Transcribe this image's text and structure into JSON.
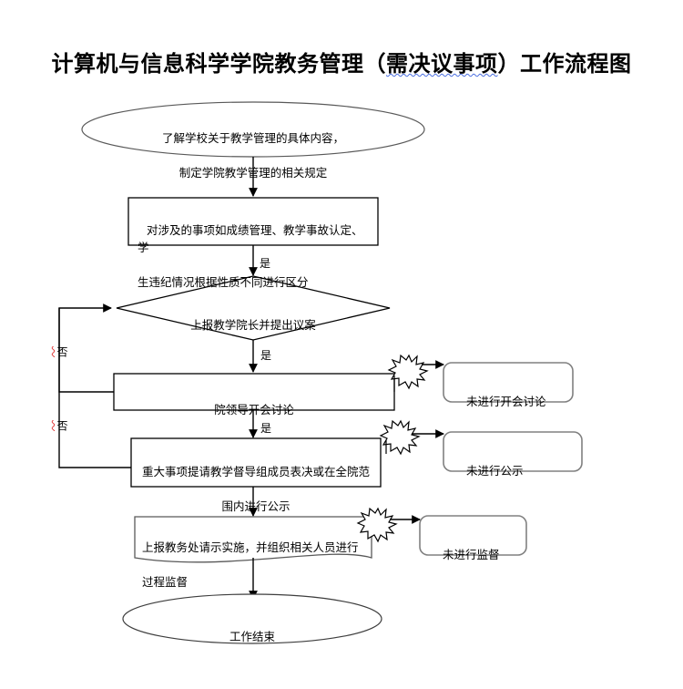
{
  "document": {
    "title_prefix": "计算机与信息科学学院教务管理（",
    "title_highlight": "需决议事项",
    "title_suffix": "）工作流程图",
    "title_full": "计算机与信息科学学院教务管理（需决议事项）工作流程图"
  },
  "colors": {
    "stroke": "#000000",
    "callout_stroke": "#808080",
    "ellipse_stroke": "#595959",
    "text": "#000000",
    "title_underline": "#4a6ee0",
    "branch_underline": "#e03b3b",
    "fill": "#ffffff"
  },
  "flow": {
    "nodes": [
      {
        "id": "start",
        "shape": "ellipse",
        "name": "start-terminator",
        "line1": "了解学校关于教学管理的具体内容，",
        "line2": "制定学院教学管理的相关规定"
      },
      {
        "id": "classify",
        "shape": "rectangle",
        "name": "classify-process",
        "line1": "对涉及的事项如成绩管理、教学事故认定、学",
        "line2": "生违纪情况根据性质不同进行区分"
      },
      {
        "id": "decision",
        "shape": "diamond",
        "name": "report-decision",
        "line1": "上报教学院长并提出议案"
      },
      {
        "id": "meeting",
        "shape": "rectangle",
        "name": "leadership-meeting-process",
        "line1": "院领导开会讨论"
      },
      {
        "id": "vote",
        "shape": "rectangle",
        "name": "major-item-vote-process",
        "line1": "重大事项提请教学督导组成员表决或在全院范",
        "line2": "围内进行公示"
      },
      {
        "id": "implement",
        "shape": "document",
        "name": "report-implement-process",
        "line1": "上报教务处请示实施，并组织相关人员进行",
        "line2": "过程监督"
      },
      {
        "id": "end",
        "shape": "ellipse",
        "name": "end-terminator",
        "line1": "工作结束"
      }
    ],
    "callouts": [
      {
        "id": "callout1",
        "name": "callout-no-meeting",
        "label": "未进行开会讨论"
      },
      {
        "id": "callout2",
        "name": "callout-no-publicity",
        "label": "未进行公示"
      },
      {
        "id": "callout3",
        "name": "callout-no-supervision",
        "label": "未进行监督"
      }
    ],
    "edge_labels": {
      "yes1": "是",
      "yes2": "是",
      "yes3": "是",
      "no1": "否",
      "no2": "否"
    }
  }
}
